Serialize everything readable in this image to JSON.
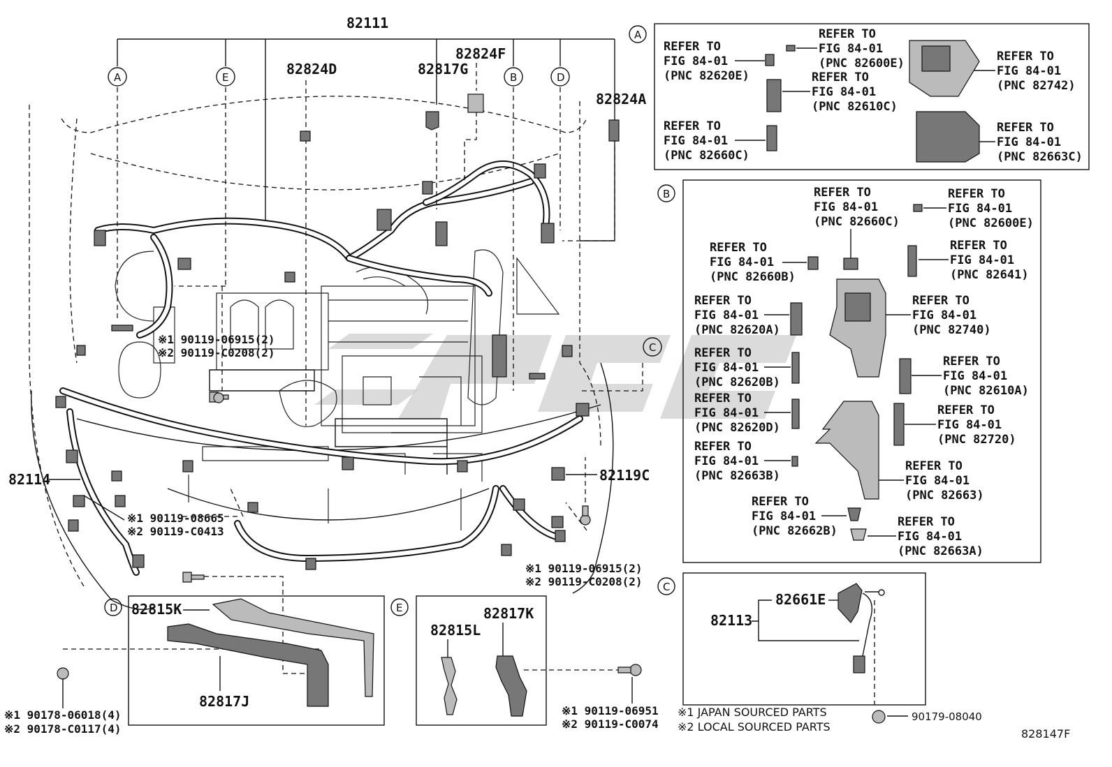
{
  "main": {
    "harness_no": "82111",
    "callouts": {
      "c82824D": "82824D",
      "c82824F": "82824F",
      "c82817G": "82817G",
      "c82824A": "82824A",
      "c82114": "82114",
      "c82119C": "82119C"
    },
    "view_letters": [
      "A",
      "E",
      "B",
      "D",
      "C"
    ],
    "bolt_notes": {
      "upper_1": "※1 90119-06915(2)",
      "upper_2": "※2 90119-C0208(2)",
      "left_1": "※1 90119-08665",
      "left_2": "※2 90119-C0413",
      "right_1": "※1 90119-06915(2)",
      "right_2": "※2 90119-C0208(2)"
    }
  },
  "detail_a": {
    "letter": "A",
    "refs": [
      {
        "l1": "REFER TO",
        "l2": "FIG 84-01",
        "l3": "(PNC 82620E)"
      },
      {
        "l1": "REFER TO",
        "l2": "FIG 84-01",
        "l3": "(PNC 82600E)"
      },
      {
        "l1": "REFER TO",
        "l2": "FIG 84-01",
        "l3": "(PNC 82610C)"
      },
      {
        "l1": "REFER TO",
        "l2": "FIG 84-01",
        "l3": "(PNC 82742)"
      },
      {
        "l1": "REFER TO",
        "l2": "FIG 84-01",
        "l3": "(PNC 82660C)"
      },
      {
        "l1": "REFER TO",
        "l2": "FIG 84-01",
        "l3": "(PNC 82663C)"
      }
    ]
  },
  "detail_b": {
    "letter": "B",
    "refs": [
      {
        "l1": "REFER TO",
        "l2": "FIG 84-01",
        "l3": "(PNC 82660C)"
      },
      {
        "l1": "REFER TO",
        "l2": "FIG 84-01",
        "l3": "(PNC 82600E)"
      },
      {
        "l1": "REFER TO",
        "l2": "FIG 84-01",
        "l3": "(PNC 82660B)"
      },
      {
        "l1": "REFER TO",
        "l2": "FIG 84-01",
        "l3": "(PNC 82641)"
      },
      {
        "l1": "REFER TO",
        "l2": "FIG 84-01",
        "l3": "(PNC 82620A)"
      },
      {
        "l1": "REFER TO",
        "l2": "FIG 84-01",
        "l3": "(PNC 82740)"
      },
      {
        "l1": "REFER TO",
        "l2": "FIG 84-01",
        "l3": "(PNC 82620B)"
      },
      {
        "l1": "REFER TO",
        "l2": "FIG 84-01",
        "l3": "(PNC 82610A)"
      },
      {
        "l1": "REFER TO",
        "l2": "FIG 84-01",
        "l3": "(PNC 82620D)"
      },
      {
        "l1": "REFER TO",
        "l2": "FIG 84-01",
        "l3": "(PNC 82720)"
      },
      {
        "l1": "REFER TO",
        "l2": "FIG 84-01",
        "l3": "(PNC 82663B)"
      },
      {
        "l1": "REFER TO",
        "l2": "FIG 84-01",
        "l3": "(PNC 82663)"
      },
      {
        "l1": "REFER TO",
        "l2": "FIG 84-01",
        "l3": "(PNC 82662B)"
      },
      {
        "l1": "REFER TO",
        "l2": "FIG 84-01",
        "l3": "(PNC 82663A)"
      }
    ]
  },
  "detail_c": {
    "letter": "C",
    "p82113": "82113",
    "p82661E": "82661E",
    "bolt": "90179-08040"
  },
  "detail_d": {
    "letter": "D",
    "p82815K": "82815K",
    "p82817J": "82817J",
    "note_1": "※1 90178-06018(4)",
    "note_2": "※2 90178-C0117(4)"
  },
  "detail_e": {
    "letter": "E",
    "p82815L": "82815L",
    "p82817K": "82817K",
    "note_1": "※1 90119-06951",
    "note_2": "※2 90119-C0074"
  },
  "legend": {
    "japan": "※1 JAPAN SOURCED PARTS",
    "local": "※2 LOCAL SOURCED PARTS"
  },
  "figure_code": "828147F"
}
